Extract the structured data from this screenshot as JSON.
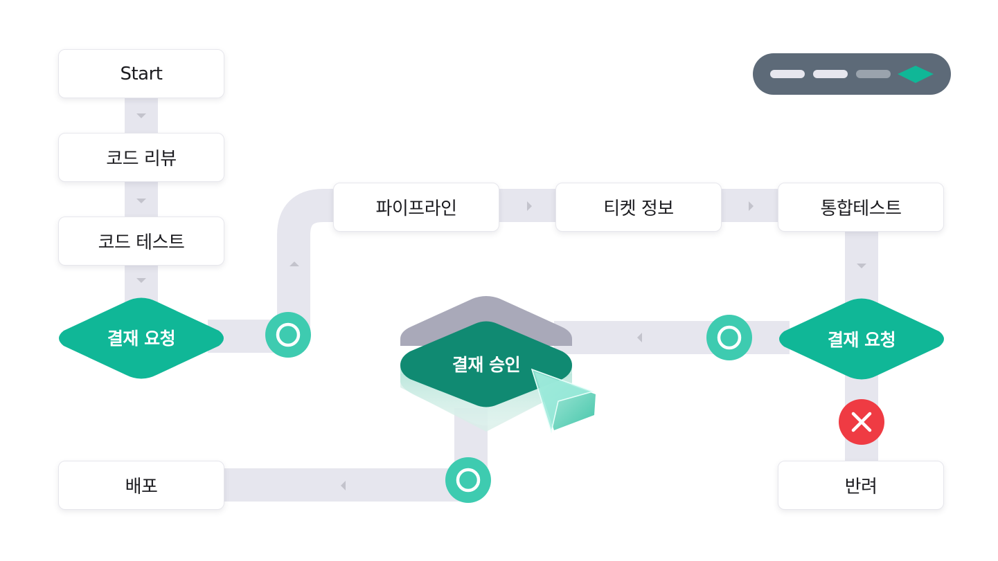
{
  "nodes": {
    "start": "Start",
    "code_review": "코드 리뷰",
    "code_test": "코드 테스트",
    "pipeline": "파이프라인",
    "ticket_info": "티켓 정보",
    "integration_test": "통합테스트",
    "deploy": "배포",
    "reject": "반려"
  },
  "decisions": {
    "payment_request_left": "결재 요청",
    "payment_request_right": "결재 요청",
    "payment_approval": "결재 승인"
  },
  "colors": {
    "track": "#e6e6ee",
    "accent": "#10b797",
    "accent_dark": "#108a72",
    "connector": "#3ecbb0",
    "reject": "#ef3b43",
    "pill_bg": "#5d6a78"
  },
  "icons": {
    "connector": "ring-connector-icon",
    "reject": "close-x-icon",
    "cursor": "pointer-arrow-icon",
    "flow_arrow": "triangle-arrow-icon"
  }
}
